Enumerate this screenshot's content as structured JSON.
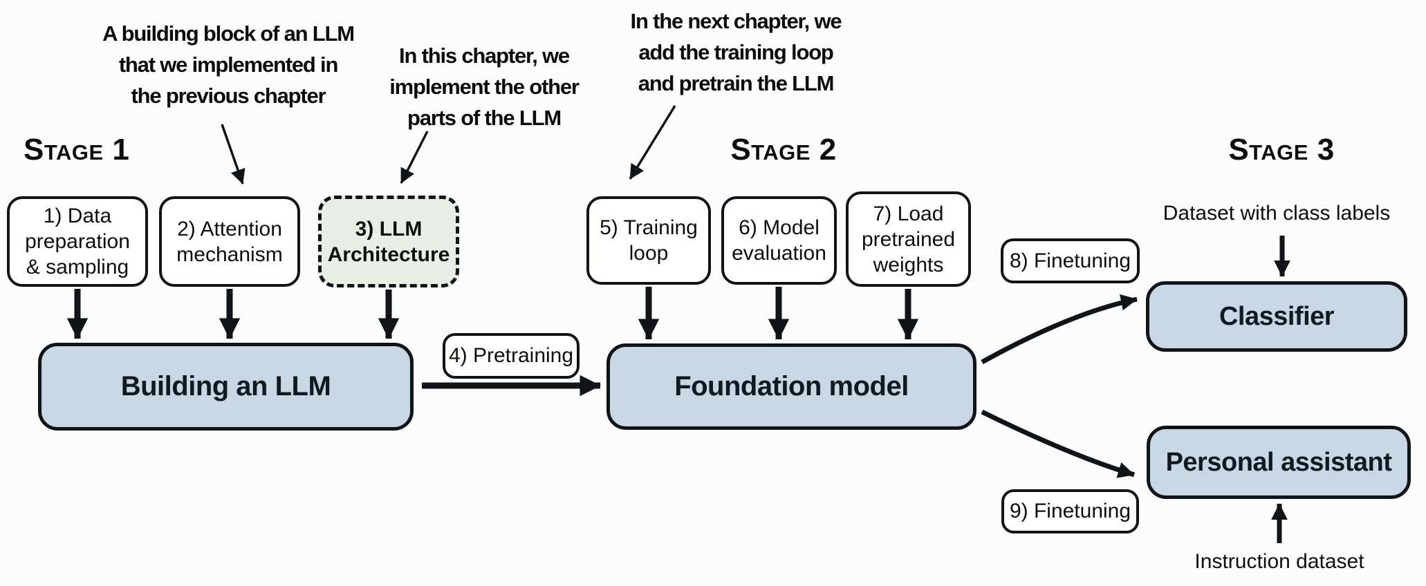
{
  "headings": {
    "stage1": "Stage 1",
    "stage2": "Stage 2",
    "stage3": "Stage 3"
  },
  "annotations": {
    "building_block": {
      "lines": [
        "A building block of an LLM",
        "that we implemented in",
        "the previous chapter"
      ]
    },
    "this_chapter": {
      "lines": [
        "In this chapter, we",
        "implement the other",
        "parts of the LLM"
      ]
    },
    "next_chapter": {
      "lines": [
        "In the next chapter, we",
        "add the training loop",
        "and pretrain the LLM"
      ]
    }
  },
  "steps": {
    "data_preparation": {
      "lines": [
        "1) Data",
        "preparation",
        "& sampling"
      ]
    },
    "attention": {
      "lines": [
        "2) Attention",
        "mechanism"
      ]
    },
    "llm_architecture": {
      "lines": [
        "3) LLM",
        "Architecture"
      ]
    },
    "pretraining": {
      "label": "4) Pretraining"
    },
    "training_loop": {
      "lines": [
        "5) Training",
        "loop"
      ]
    },
    "model_evaluation": {
      "lines": [
        "6) Model",
        "evaluation"
      ]
    },
    "load_weights": {
      "lines": [
        "7) Load",
        "pretrained",
        "weights"
      ]
    },
    "finetuning_8": {
      "label": "8) Finetuning"
    },
    "finetuning_9": {
      "label": "9) Finetuning"
    }
  },
  "nodes": {
    "building_llm": {
      "label": "Building an LLM"
    },
    "foundation_model": {
      "label": "Foundation model"
    },
    "classifier": {
      "label": "Classifier"
    },
    "personal_assistant": {
      "label": "Personal assistant"
    }
  },
  "io_labels": {
    "class_dataset": "Dataset with class labels",
    "instruction_dataset": "Instruction dataset"
  },
  "colors": {
    "background": "#fcfcfc",
    "node_fill_blue": "#c9d6e4",
    "highlight_fill_green": "#e9efe4",
    "box_fill_white": "#ffffff",
    "border_black": "#101418",
    "text_black": "#0e0e0e"
  }
}
